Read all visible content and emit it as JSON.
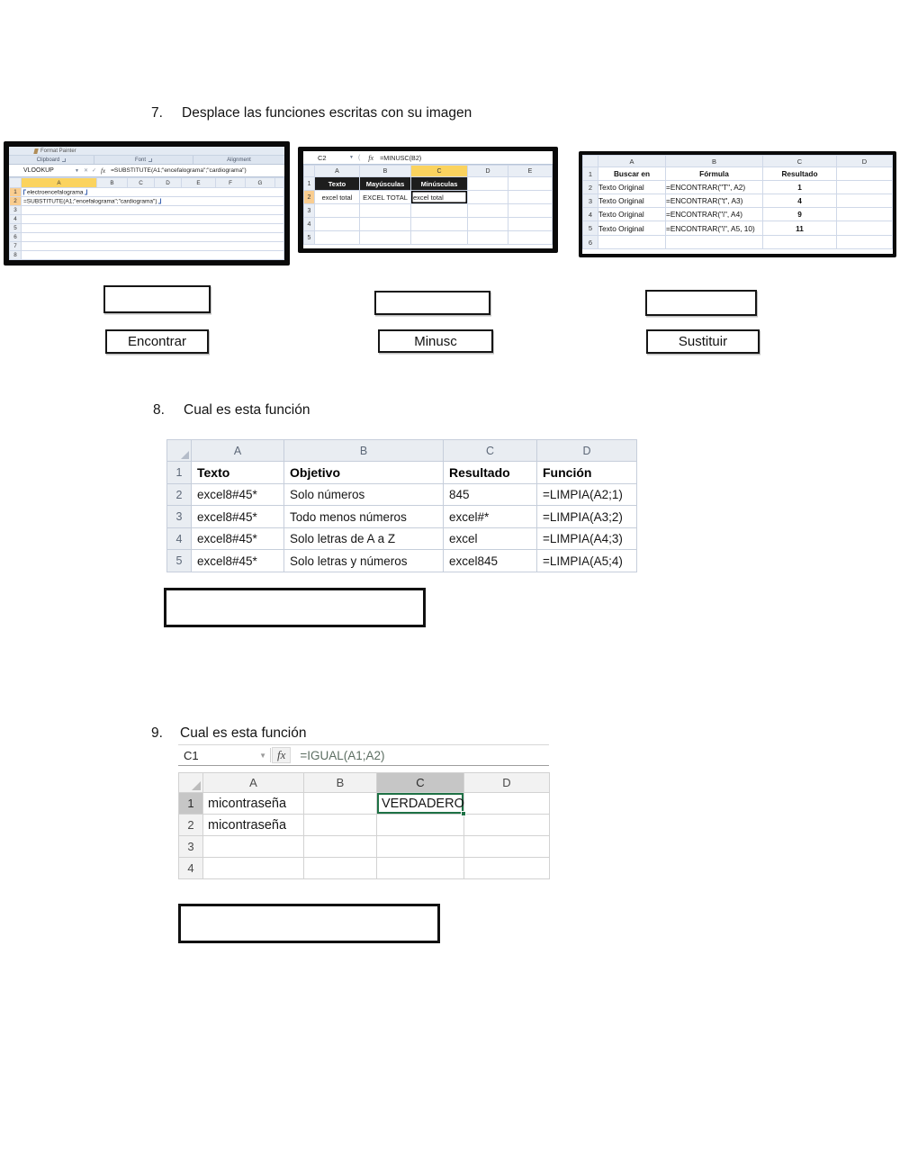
{
  "questions": {
    "q7": {
      "number": "7.",
      "text": "Desplace las funciones escritas con su imagen"
    },
    "q8": {
      "number": "8.",
      "text": "Cual es esta función"
    },
    "q9": {
      "number": "9.",
      "text": "Cual es esta función"
    }
  },
  "icons": {
    "dropdown": "▼",
    "cancel": "✕",
    "enter": "✓",
    "fx": "fx",
    "paren": "("
  },
  "shot1": {
    "ribbon": {
      "format_painter": "Format Painter",
      "groups": [
        "Clipboard",
        "Font",
        "Alignment"
      ]
    },
    "name_box": "VLOOKUP",
    "formula_bar": "=SUBSTITUTE(A1;\"encefalograma\";\"cardiograma\")",
    "columns": [
      "A",
      "B",
      "C",
      "D",
      "E",
      "F",
      "G"
    ],
    "row_numbers": [
      "1",
      "2",
      "3",
      "4",
      "5",
      "6",
      "7",
      "8"
    ],
    "cells": {
      "a1": "electroencefalograma",
      "a2": "=SUBSTITUTE(A1;\"encefalograma\";\"cardiograma\")"
    }
  },
  "shot2": {
    "name_box": "C2",
    "formula_bar": "=MINUSC(B2)",
    "columns": [
      "A",
      "B",
      "C",
      "D",
      "E"
    ],
    "row_numbers": [
      "1",
      "2",
      "3",
      "4",
      "5"
    ],
    "header_row": [
      "Texto",
      "Mayúsculas",
      "Minúsculas"
    ],
    "data_row": [
      "excel total",
      "EXCEL TOTAL",
      "excel total"
    ]
  },
  "shot3": {
    "columns": [
      "A",
      "B",
      "C",
      "D"
    ],
    "row_numbers": [
      "1",
      "2",
      "3",
      "4",
      "5",
      "6"
    ],
    "header_row": [
      "Buscar en",
      "Fórmula",
      "Resultado"
    ],
    "data": [
      [
        "Texto Original",
        "=ENCONTRAR(\"T\", A2)",
        "1"
      ],
      [
        "Texto Original",
        "=ENCONTRAR(\"t\", A3)",
        "4"
      ],
      [
        "Texto Original",
        "=ENCONTRAR(\"i\", A4)",
        "9"
      ],
      [
        "Texto Original",
        "=ENCONTRAR(\"i\", A5, 10)",
        "11"
      ]
    ]
  },
  "drag_labels": {
    "encontrar": "Encontrar",
    "minusc": "Minusc",
    "sustituir": "Sustituir"
  },
  "table8": {
    "columns": [
      "A",
      "B",
      "C",
      "D"
    ],
    "row_numbers": [
      "1",
      "2",
      "3",
      "4",
      "5"
    ],
    "header_row": [
      "Texto",
      "Objetivo",
      "Resultado",
      "Función"
    ],
    "rows": [
      [
        "excel8#45*",
        "Solo números",
        "845",
        "=LIMPIA(A2;1)"
      ],
      [
        "excel8#45*",
        "Todo menos números",
        "excel#*",
        "=LIMPIA(A3;2)"
      ],
      [
        "excel8#45*",
        "Solo letras de A a Z",
        "excel",
        "=LIMPIA(A4;3)"
      ],
      [
        "excel8#45*",
        "Solo letras y números",
        "excel845",
        "=LIMPIA(A5;4)"
      ]
    ]
  },
  "sheet9": {
    "name_box": "C1",
    "formula_bar": "=IGUAL(A1;A2)",
    "columns": [
      "A",
      "B",
      "C",
      "D"
    ],
    "row_numbers": [
      "1",
      "2",
      "3",
      "4"
    ],
    "cells": {
      "a1": "micontraseña",
      "a2": "micontraseña",
      "c1": "VERDADERO"
    }
  },
  "colors": {
    "selected_header": "#fbd35e",
    "selected_row": "#f9cd90",
    "excel_green": "#1e7145",
    "dark_header": "#1d1d1d"
  }
}
